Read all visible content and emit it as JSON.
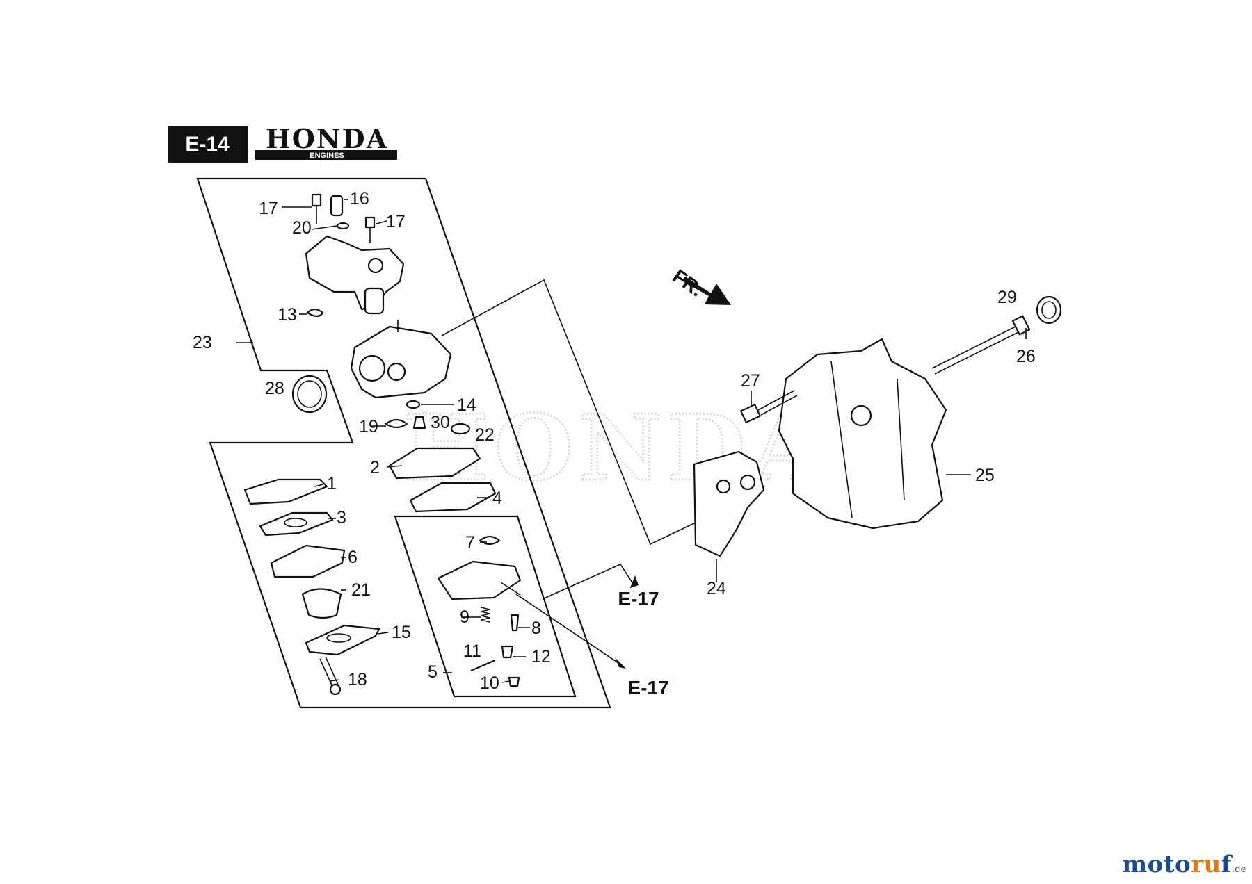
{
  "header": {
    "section_code": "E-14",
    "brand": "HONDA",
    "brand_sub": "ENGINES"
  },
  "watermark": "HONDA",
  "direction_label": "FR.",
  "references": {
    "upper": "E-17",
    "lower": "E-17"
  },
  "callouts": {
    "c1": "1",
    "c2": "2",
    "c3": "3",
    "c4": "4",
    "c5": "5",
    "c6": "6",
    "c7": "7",
    "c8": "8",
    "c9": "9",
    "c10": "10",
    "c11": "11",
    "c12": "12",
    "c13": "13",
    "c14": "14",
    "c15": "15",
    "c16": "16",
    "c17a": "17",
    "c17b": "17",
    "c18": "18",
    "c19": "19",
    "c20": "20",
    "c21": "21",
    "c22": "22",
    "c23": "23",
    "c24": "24",
    "c25": "25",
    "c26": "26",
    "c27": "27",
    "c28": "28",
    "c29": "29",
    "c30": "30"
  },
  "footer": {
    "logo_part1": "moto",
    "logo_part2": "ru",
    "logo_part3": "f",
    "logo_tld": ".de"
  }
}
